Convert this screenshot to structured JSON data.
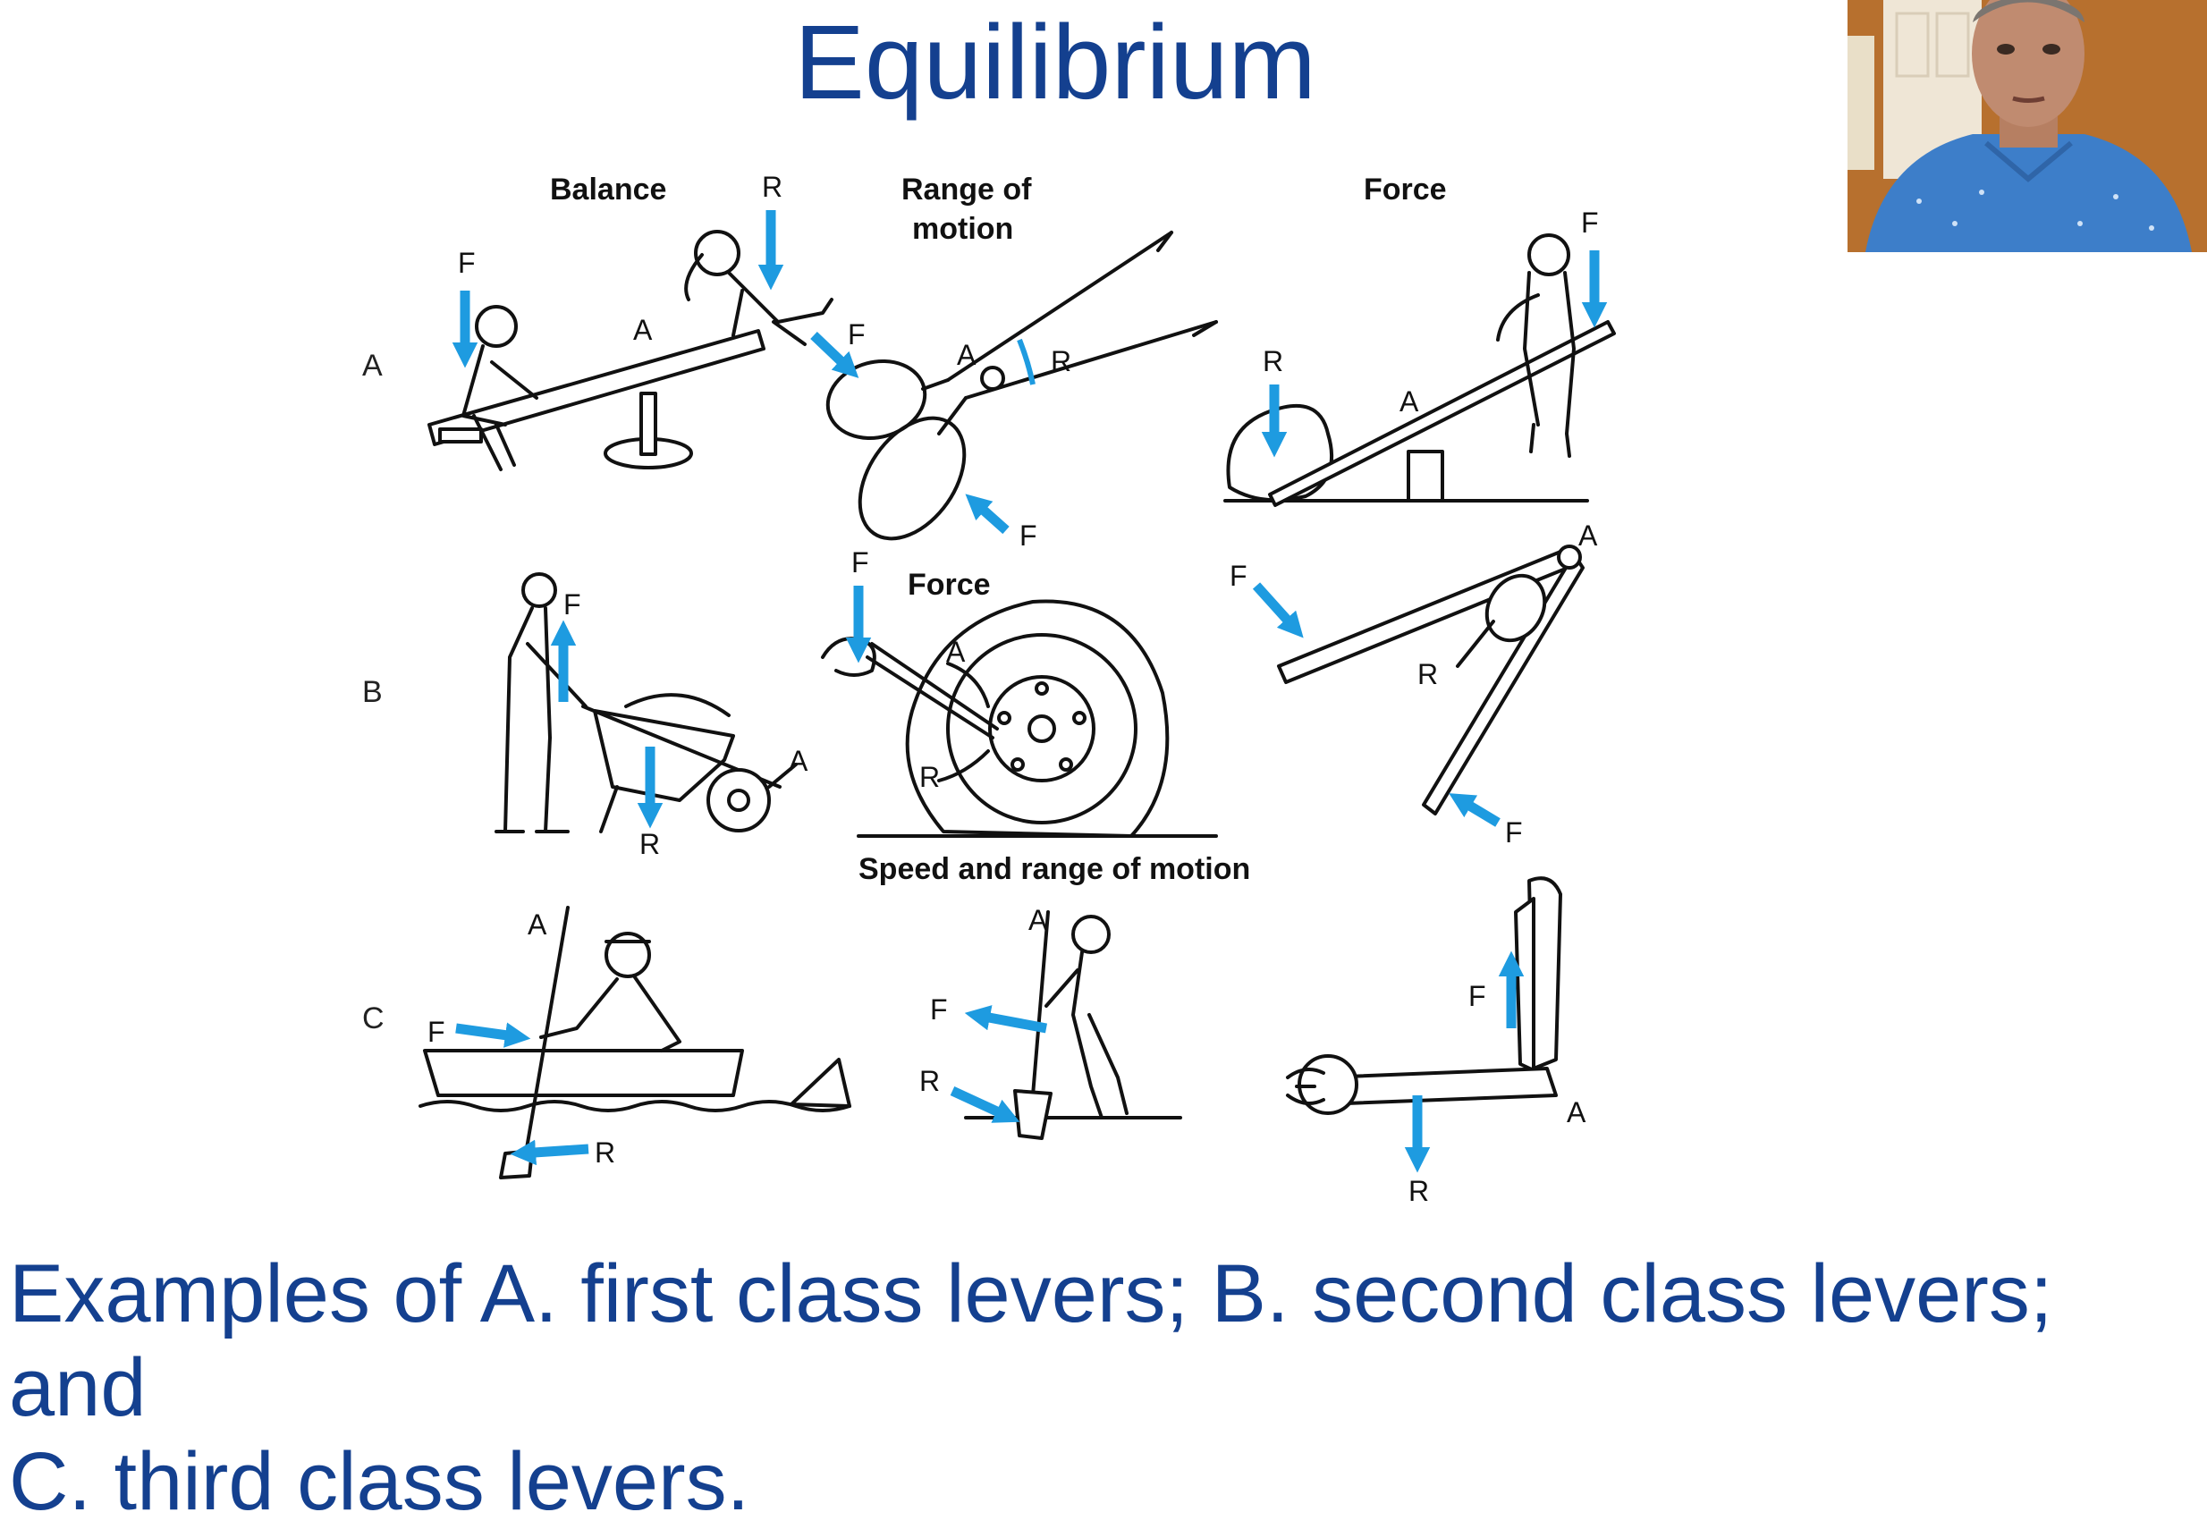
{
  "slide": {
    "title": "Equilibrium",
    "caption_line1": "Examples of A. first class levers; B. second class levers; and",
    "caption_line2": "C. third class levers."
  },
  "figure": {
    "row_labels": [
      "A",
      "B",
      "C"
    ],
    "headers": {
      "balance": "Balance",
      "range_line1": "Range of",
      "range_line2": "motion",
      "force_top": "Force",
      "force_mid": "Force",
      "speed": "Speed and range of motion"
    },
    "letters": {
      "force": "F",
      "resistance": "R",
      "axis": "A"
    }
  },
  "colors": {
    "text_blue": "#14408f",
    "arrow_blue": "#1e9be0"
  }
}
